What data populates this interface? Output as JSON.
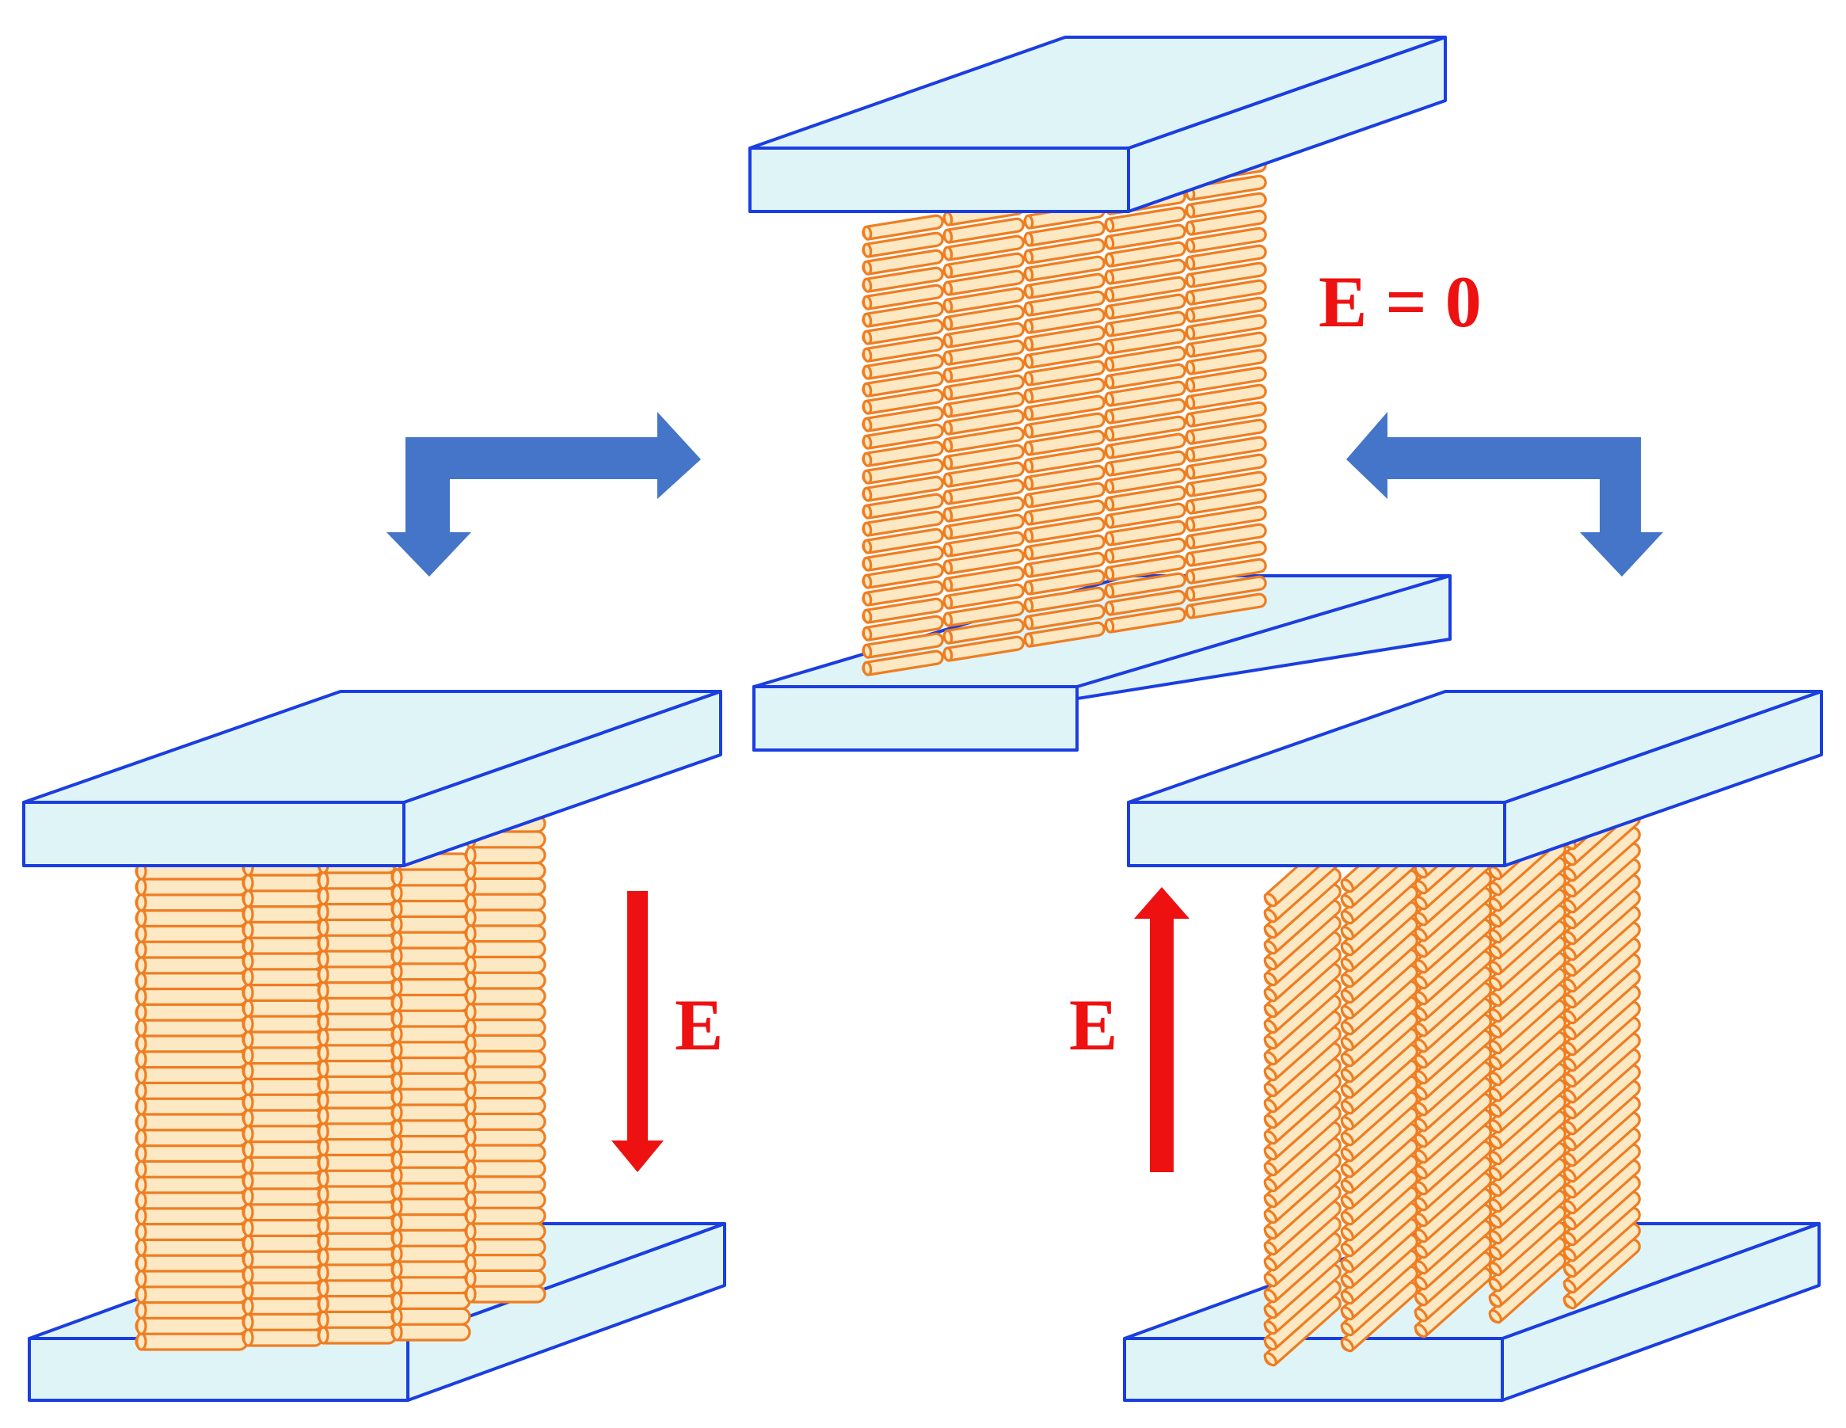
{
  "labels": {
    "top": "E = 0",
    "left": "E",
    "right": "E"
  },
  "colors": {
    "plate_fill": "#dff4f7",
    "plate_edge": "#1a3ee0",
    "rod_fill": "#fde8c4",
    "rod_edge": "#ef7d21",
    "flow_arrow": "#4575c8",
    "field": "#ee1111"
  }
}
